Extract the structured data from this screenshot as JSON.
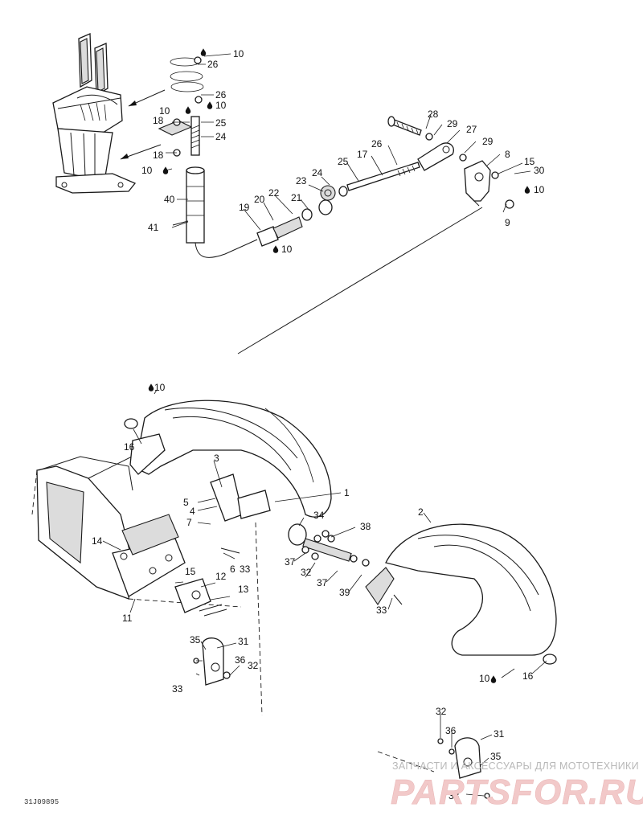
{
  "diagram": {
    "callouts": [
      "1",
      "2",
      "3",
      "4",
      "5",
      "6",
      "7",
      "8",
      "9",
      "10",
      "11",
      "12",
      "13",
      "14",
      "15",
      "16",
      "17",
      "18",
      "19",
      "20",
      "21",
      "22",
      "23",
      "24",
      "25",
      "26",
      "27",
      "28",
      "29",
      "30",
      "31",
      "32",
      "33",
      "34",
      "35",
      "36",
      "37",
      "38",
      "39",
      "40",
      "41"
    ],
    "figure_code": "31J09895",
    "watermark": {
      "caption": "ЗАПЧАСТИ И АКСЕССУАРЫ ДЛЯ МОТОТЕХНИКИ",
      "logo": "PARTSFOR.RU"
    }
  }
}
